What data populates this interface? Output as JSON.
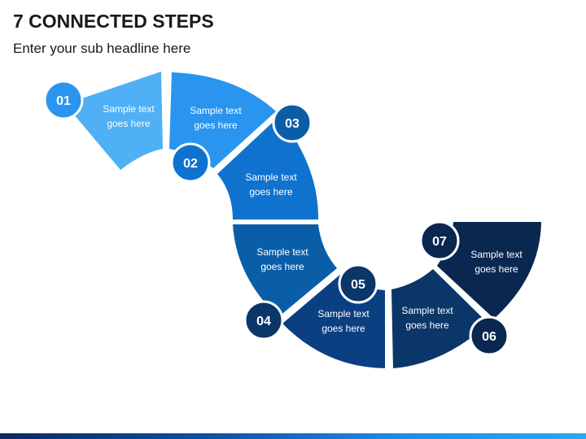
{
  "title": "7 CONNECTED STEPS",
  "subtitle": "Enter your sub headline here",
  "colors": {
    "step1": "#4fb0f5",
    "step2": "#2a95ee",
    "step3": "#0f72cf",
    "step4": "#0a5ea8",
    "step5": "#0a3f82",
    "step6": "#0b3668",
    "step7": "#0a2750"
  },
  "steps": [
    {
      "number": "01",
      "text_line1": "Sample text",
      "text_line2": "goes here"
    },
    {
      "number": "02",
      "text_line1": "Sample text",
      "text_line2": "goes here"
    },
    {
      "number": "03",
      "text_line1": "Sample text",
      "text_line2": "goes here"
    },
    {
      "number": "04",
      "text_line1": "Sample text",
      "text_line2": "goes here"
    },
    {
      "number": "05",
      "text_line1": "Sample text",
      "text_line2": "goes here"
    },
    {
      "number": "06",
      "text_line1": "Sample text",
      "text_line2": "goes here"
    },
    {
      "number": "07",
      "text_line1": "Sample text",
      "text_line2": "goes here"
    }
  ]
}
